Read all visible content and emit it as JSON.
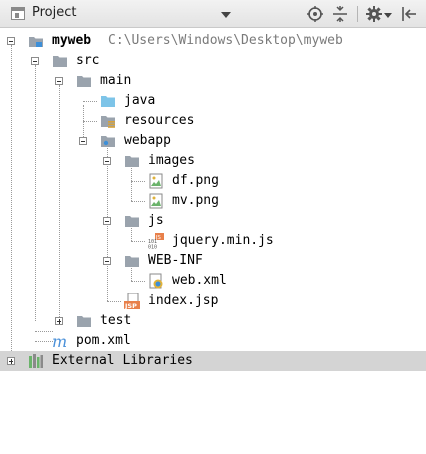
{
  "panel": {
    "title": "Project"
  },
  "toolbar": {
    "icons": [
      "locate-icon",
      "collapse-all-icon",
      "settings-icon",
      "hide-panel-icon"
    ]
  },
  "tree": {
    "root_name": "myweb",
    "root_path": "C:\\Users\\Windows\\Desktop\\myweb",
    "nodes": {
      "src": "src",
      "main": "main",
      "java": "java",
      "resources": "resources",
      "webapp": "webapp",
      "images": "images",
      "df_png": "df.png",
      "mv_png": "mv.png",
      "js": "js",
      "jquery": "jquery.min.js",
      "webinf": "WEB-INF",
      "webxml": "web.xml",
      "indexjsp": "index.jsp",
      "test": "test",
      "pom": "pom.xml",
      "extlib": "External Libraries"
    }
  },
  "colors": {
    "folder": "#9aa3ad",
    "source_folder": "#7dc4e8",
    "selection": "#d4d4d4",
    "maven": "#4a90d9"
  }
}
